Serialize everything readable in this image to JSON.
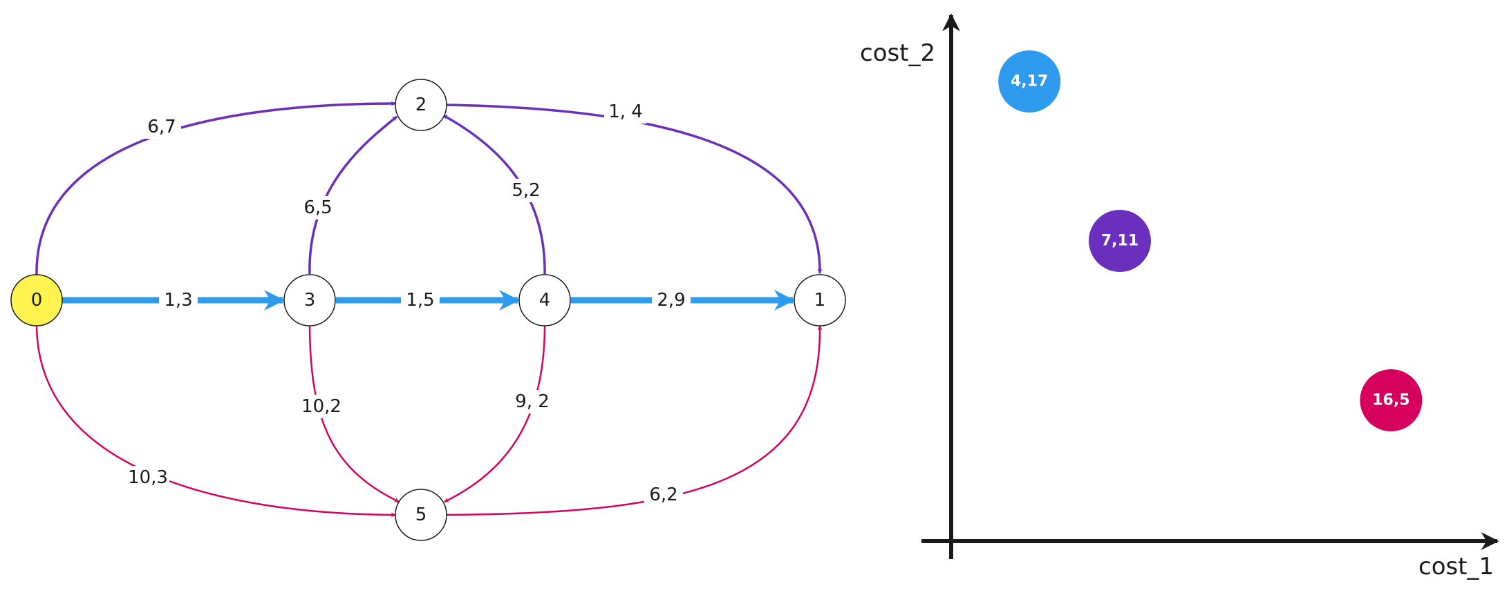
{
  "colors": {
    "blue": "#2e9bef",
    "purple": "#6a2fbc",
    "crimson": "#d6005e",
    "start_fill": "#fff44f",
    "node_stroke": "#1a1a1a",
    "axis": "#1a1a1a"
  },
  "graph": {
    "nodes": {
      "n0": "0",
      "n1": "1",
      "n2": "2",
      "n3": "3",
      "n4": "4",
      "n5": "5"
    },
    "edges": {
      "e0_2": "6,7",
      "e2_1": "1, 4",
      "e3_2": "6,5",
      "e4_2": "5,2",
      "e0_3": "1,3",
      "e3_4": "1,5",
      "e4_1": "2,9",
      "e3_5": "10,2",
      "e4_5": "9, 2",
      "e0_5": "10,3",
      "e5_1": "6,2"
    }
  },
  "chart_data": {
    "type": "scatter",
    "xlabel": "cost_1",
    "ylabel": "cost_2",
    "points": [
      {
        "label": "4,17",
        "x": 4,
        "y": 17,
        "color": "#2e9bef"
      },
      {
        "label": "7,11",
        "x": 7,
        "y": 11,
        "color": "#6a2fbc"
      },
      {
        "label": "16,5",
        "x": 16,
        "y": 5,
        "color": "#d6005e"
      }
    ]
  }
}
